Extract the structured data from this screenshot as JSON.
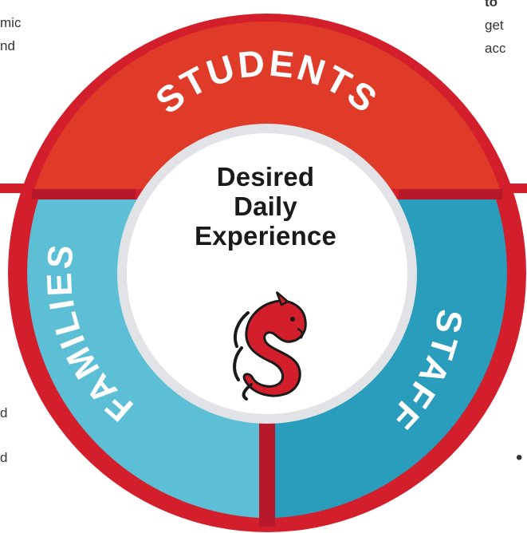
{
  "diagram": {
    "center_title_lines": [
      "Desired",
      "Daily",
      "Experience"
    ],
    "segments": {
      "top": "STUDENTS",
      "left": "FAMILIES",
      "right": "STAFF"
    },
    "colors": {
      "outer_ring": "#d31f2b",
      "students": "#e03a28",
      "families": "#5dbfd6",
      "staff": "#2a9cbc",
      "divider": "#b8192a",
      "center": "#ffffff"
    },
    "mascot_icon": "red-horse-mascot"
  },
  "background_text": {
    "top_left": [
      "mic",
      "nd"
    ],
    "top_right": [
      "to",
      "get",
      "acc"
    ],
    "bottom_left": [
      "d",
      "d"
    ],
    "bottom_right_bullet": "•"
  }
}
